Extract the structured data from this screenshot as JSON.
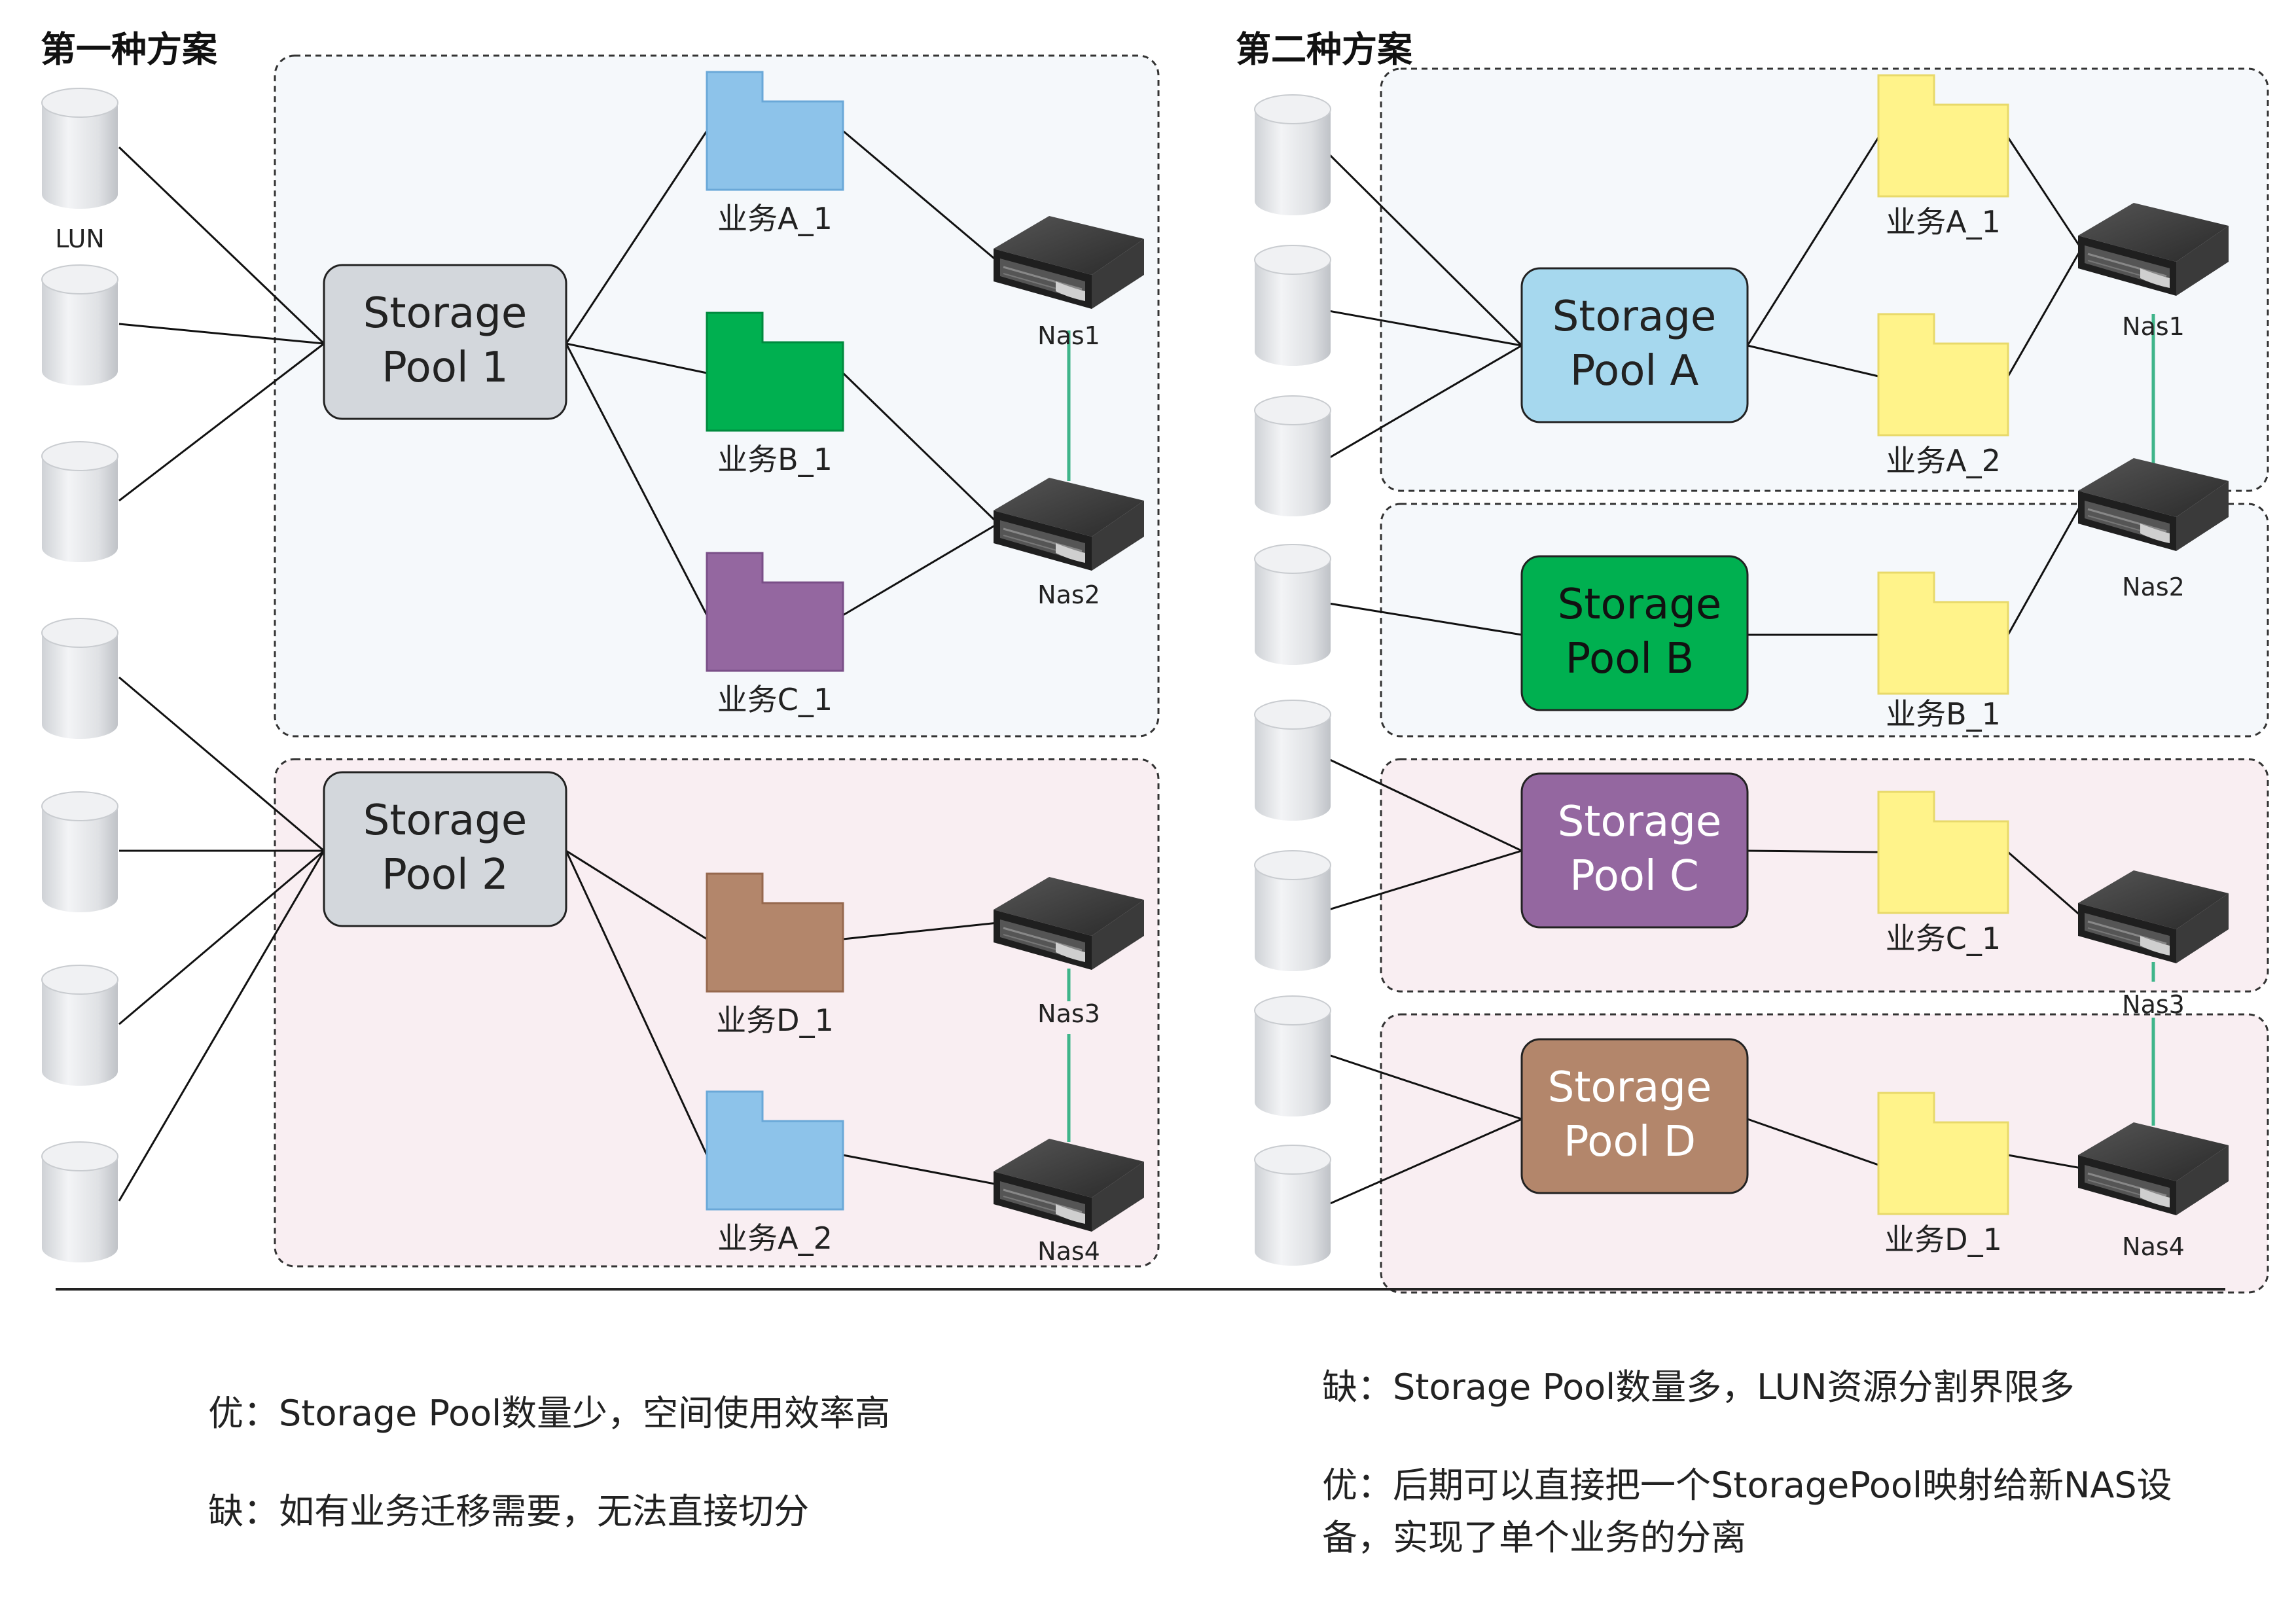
{
  "left": {
    "title": "第一种方案",
    "lun_label": "LUN",
    "pools": [
      {
        "line1": "Storage",
        "line2": "Pool 1"
      },
      {
        "line1": "Storage",
        "line2": "Pool 2"
      }
    ],
    "folders": [
      {
        "label": "业务A_1",
        "color": "#8dc3ea"
      },
      {
        "label": "业务B_1",
        "color": "#00b050"
      },
      {
        "label": "业务C_1",
        "color": "#9467a0"
      },
      {
        "label": "业务D_1",
        "color": "#b3866b"
      },
      {
        "label": "业务A_2",
        "color": "#8dc3ea"
      }
    ],
    "nas": [
      "Nas1",
      "Nas2",
      "Nas3",
      "Nas4"
    ],
    "notes": [
      "优：Storage Pool数量少，空间使用效率高",
      "缺：如有业务迁移需要，无法直接切分"
    ]
  },
  "right": {
    "title": "第二种方案",
    "pools": [
      {
        "line1": "Storage",
        "line2": "Pool A",
        "color": "#a6d8ee",
        "text_color": "#222222"
      },
      {
        "line1": "Storage",
        "line2": "Pool B",
        "color": "#00b050",
        "text_color": "#111111"
      },
      {
        "line1": "Storage",
        "line2": "Pool C",
        "color": "#9467a0",
        "text_color": "#ffffff"
      },
      {
        "line1": "Storage",
        "line2": "Pool D",
        "color": "#b3866b",
        "text_color": "#ffffff"
      }
    ],
    "folders": [
      {
        "label": "业务A_1"
      },
      {
        "label": "业务A_2"
      },
      {
        "label": "业务B_1"
      },
      {
        "label": "业务C_1"
      },
      {
        "label": "业务D_1"
      }
    ],
    "folder_color": "#fff38a",
    "nas": [
      "Nas1",
      "Nas2",
      "Nas3",
      "Nas4"
    ],
    "notes": [
      "缺：Storage Pool数量多，LUN资源分割界限多",
      "优：后期可以直接把一个StoragePool映射给新NAS设",
      "备，实现了单个业务的分离"
    ]
  },
  "colors": {
    "zone_blue": "#f5f8fb",
    "zone_pink": "#f9eef2",
    "grey_pool": "#d3d7dc",
    "nas_link": "#3fb58a"
  }
}
